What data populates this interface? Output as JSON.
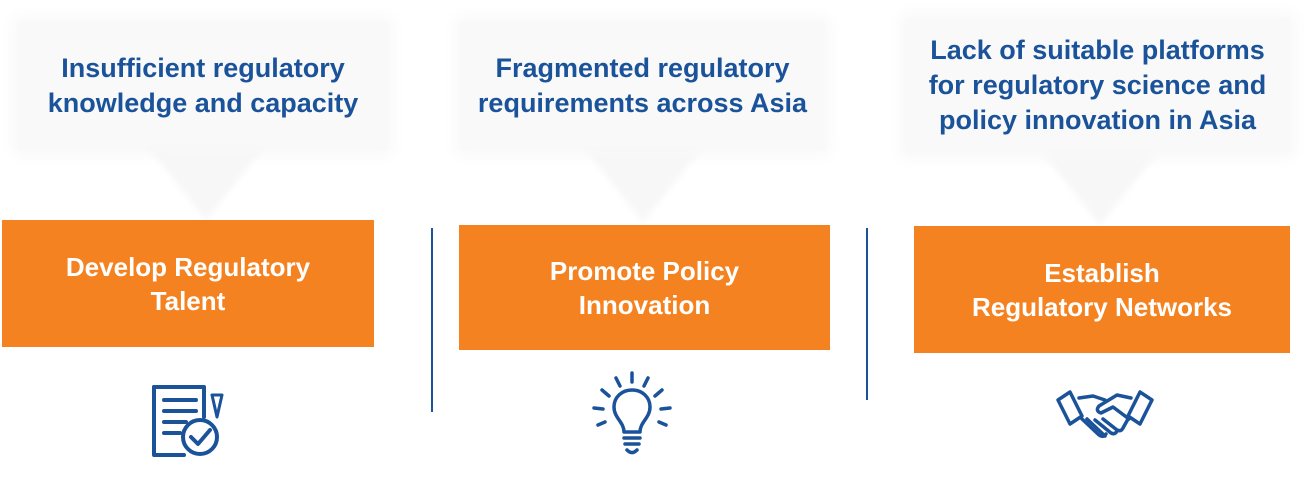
{
  "colors": {
    "accent": "#f58220",
    "text_blue": "#1b539a",
    "pillar_text": "#ffffff",
    "challenge_bg": "#f9f9f9"
  },
  "columns": [
    {
      "challenge": "Insufficient regulatory knowledge and capacity",
      "pillar_lines": [
        "Develop Regulatory",
        "Talent"
      ],
      "icon": "checklist-document-icon"
    },
    {
      "challenge": "Fragmented regulatory requirements across Asia",
      "pillar_lines": [
        "Promote Policy",
        "Innovation"
      ],
      "icon": "lightbulb-icon"
    },
    {
      "challenge": "Lack of suitable platforms for regulatory science and policy innovation in Asia",
      "pillar_lines": [
        "Establish",
        "Regulatory Networks"
      ],
      "icon": "handshake-icon"
    }
  ]
}
